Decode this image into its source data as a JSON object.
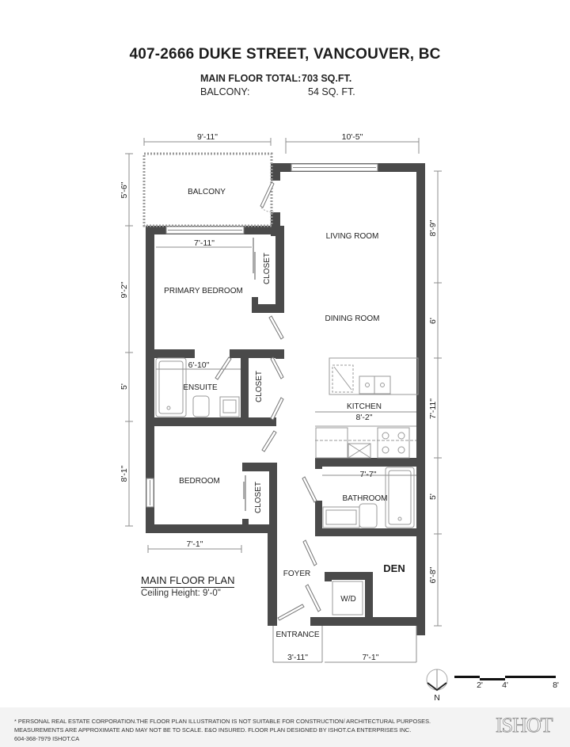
{
  "header": {
    "address": "407-2666 DUKE STREET, VANCOUVER, BC",
    "areas": [
      {
        "label": "MAIN FLOOR TOTAL:",
        "value": "703 SQ.FT."
      },
      {
        "label": "BALCONY:",
        "value": "54 SQ. FT."
      }
    ]
  },
  "rooms": {
    "balcony": "BALCONY",
    "living_room": "LIVING ROOM",
    "primary_bedroom": "PRIMARY BEDROOM",
    "closet_primary": "CLOSET",
    "dining_room": "DINING ROOM",
    "ensuite": "ENSUITE",
    "closet_hall": "CLOSET",
    "kitchen": "KITCHEN",
    "bedroom": "BEDROOM",
    "closet_bedroom": "CLOSET",
    "bathroom": "BATHROOM",
    "foyer": "FOYER",
    "den": "DEN",
    "washer_dryer": "W/D",
    "entrance": "ENTRANCE"
  },
  "dimensions": {
    "balcony_width": "9'-11\"",
    "living_width": "10'-5\"",
    "balcony_depth": "5'-6\"",
    "primary_bedroom_width": "7'-11\"",
    "primary_bedroom_depth": "9'-2\"",
    "ensuite_width": "6'-10\"",
    "ensuite_depth": "5'",
    "bedroom_depth": "8'-1\"",
    "bedroom_width": "7'-1\"",
    "kitchen_width": "8'-2\"",
    "bathroom_width": "7'-7\"",
    "right_living": "8'-9\"",
    "right_dining": "6'",
    "right_kitchen": "7'-11\"",
    "right_bathroom": "5'",
    "right_den": "6'-8\"",
    "entrance_width": "3'-11\"",
    "den_width": "7'-1\""
  },
  "plan_label": {
    "title": "MAIN FLOOR PLAN",
    "ceiling": "Ceiling Height: 9'-0\""
  },
  "legend": {
    "north": "N",
    "scale_ticks": [
      "2'",
      "4'",
      "8'"
    ]
  },
  "footer": {
    "disclaimer_lines": [
      "* PERSONAL REAL ESTATE CORPORATION.THE FLOOR PLAN ILLUSTRATION IS NOT SUITABLE FOR CONSTRUCTION/ ARCHITECTURAL PURPOSES.",
      "MEASUREMENTS ARE APPROXIMATE AND MAY NOT BE TO SCALE. E&O INSURED. FLOOR PLAN DESIGNED BY ISHOT.CA ENTERPRISES INC.",
      "604-368-7979  ISHOT.CA"
    ],
    "logo": "ISHOT"
  },
  "colors": {
    "wall": "#4a4a4a",
    "dimension_line": "#8c8c8c",
    "footer_bg": "#f3f3f3"
  }
}
